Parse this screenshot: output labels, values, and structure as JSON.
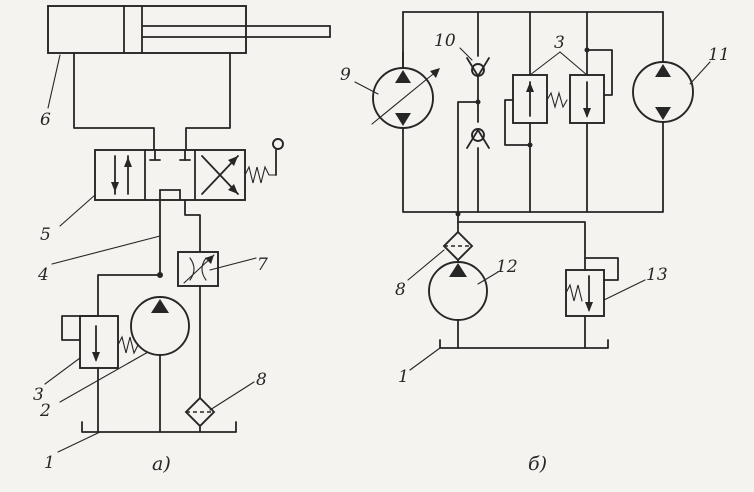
{
  "left_scheme": {
    "caption": "а)",
    "labels": {
      "l1": "1",
      "l2": "2",
      "l3": "3",
      "l4": "4",
      "l5": "5",
      "l6": "6",
      "l7": "7",
      "l8": "8"
    }
  },
  "right_scheme": {
    "caption": "б)",
    "labels": {
      "l1": "1",
      "l3": "3",
      "l8": "8",
      "l9": "9",
      "l10": "10",
      "l11": "11",
      "l12": "12",
      "l13": "13"
    }
  },
  "colors": {
    "ink": "#262626",
    "paper": "#f4f3f0"
  }
}
